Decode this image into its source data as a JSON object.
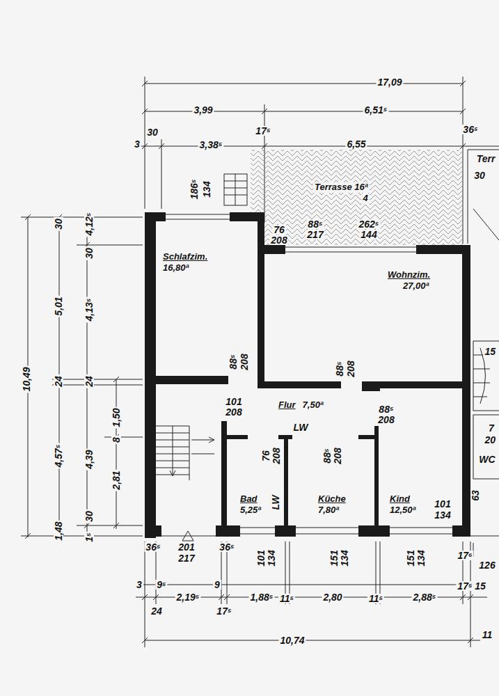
{
  "diagram": {
    "nodes": [
      {
        "text": [
          "Terrasse 16ª",
          "4"
        ]
      },
      {
        "text": [
          "Schlafzim.",
          "16,80ª"
        ]
      },
      {
        "text": [
          "Wohnzim.",
          "27,00ª"
        ]
      },
      {
        "text": [
          "Flur",
          "7,50ª"
        ]
      },
      {
        "text": [
          "Bad",
          "5,25ª"
        ]
      },
      {
        "text": [
          "Küche",
          "7,80ª"
        ]
      },
      {
        "text": [
          "Kind",
          "12,50ª"
        ]
      }
    ],
    "labels": [
      "17,09",
      "3,99",
      "6,51⁵",
      "3",
      "30",
      "3,38⁵",
      "17⁵",
      "6,55",
      "36⁵",
      "Terr",
      "30",
      "186⁵",
      "134",
      "76",
      "208",
      "88⁵",
      "217",
      "262⁵",
      "144",
      "10,49",
      "30",
      "5,01",
      "24",
      "4,57⁵",
      "1,48",
      "4,12⁵",
      "30",
      "4,13⁵",
      "24",
      "4,39",
      "30",
      "1⁵",
      "1,50",
      "8",
      "2,81",
      "88⁵",
      "208",
      "88⁵",
      "208",
      "101",
      "208",
      "88⁵",
      "208",
      "LW",
      "76",
      "208",
      "88⁵",
      "208",
      "LW",
      "101",
      "134",
      "36⁵",
      "201",
      "217",
      "36⁵",
      "101",
      "134",
      "151",
      "134",
      "151",
      "134",
      "17⁶",
      "126",
      "3",
      "9⁵",
      "2,19⁵",
      "9",
      "1,88⁵",
      "11⁵",
      "2,80",
      "11⁵",
      "2,88⁵",
      "17⁵",
      "15",
      "24",
      "17⁵",
      "10,74",
      "11",
      "15",
      "7",
      "20",
      "WC",
      "63"
    ]
  }
}
